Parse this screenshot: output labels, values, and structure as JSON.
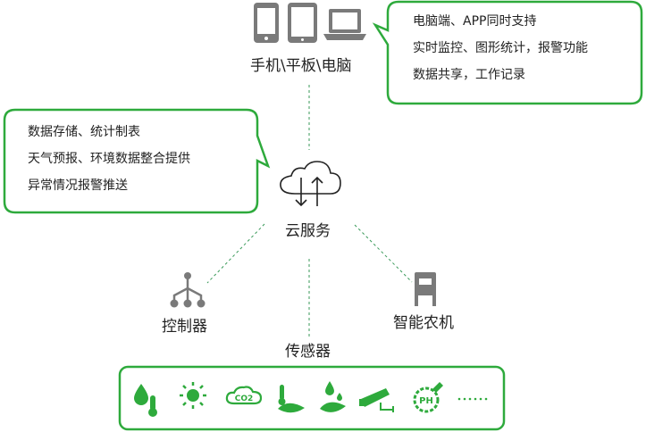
{
  "nodes": {
    "devices": "手机\\平板\\电脑",
    "cloud": "云服务",
    "controller": "控制器",
    "machinery": "智能农机",
    "sensors": "传感器"
  },
  "callout_devices": [
    "电脑端、APP同时支持",
    "实时监控、图形统计，报警功能",
    "数据共享，工作记录"
  ],
  "callout_cloud": [
    "数据存储、统计制表",
    "天气预报、环境数据整合提供",
    "异常情况报警推送"
  ],
  "sensor_icons": [
    "humidity-temperature-icon",
    "light-icon",
    "co2-icon",
    "soil-temperature-icon",
    "soil-moisture-icon",
    "camera-icon",
    "ph-icon",
    "more-icon"
  ],
  "colors": {
    "accent": "#2eaa3c",
    "icon_gray": "#7a7a7a",
    "line": "#3a9a5a"
  }
}
